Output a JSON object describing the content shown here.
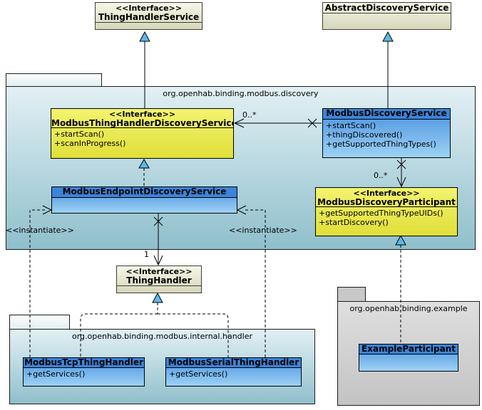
{
  "diagram": {
    "packages": {
      "discovery": {
        "title": "org.openhab.binding.modbus.discovery"
      },
      "internal_handler": {
        "title": "org.openhab.binding.modbus.internal.handler"
      },
      "example": {
        "title": "org.openhab.binding.example"
      }
    },
    "classes": {
      "thing_handler_service": {
        "stereotype": "<<Interface>>",
        "name": "ThingHandlerService"
      },
      "abstract_discovery_service": {
        "name": "AbstractDiscoveryService"
      },
      "modbus_thing_handler_discovery_service": {
        "stereotype": "<<Interface>>",
        "name": "ModbusThingHandlerDiscoveryService",
        "methods": [
          "+startScan()",
          "+scanInProgress()"
        ]
      },
      "modbus_discovery_service": {
        "name": "ModbusDiscoveryService",
        "methods": [
          "+startScan()",
          "+thingDiscovered()",
          "+getSupportedThingTypes()"
        ]
      },
      "modbus_endpoint_discovery_service": {
        "name": "ModbusEndpointDiscoveryService"
      },
      "modbus_discovery_participant": {
        "stereotype": "<<Interface>>",
        "name": "ModbusDiscoveryParticipant",
        "methods": [
          "+getSupportedThingTypeUIDs()",
          "+startDiscovery()"
        ]
      },
      "thing_handler": {
        "stereotype": "<<Interface>>",
        "name": "ThingHandler"
      },
      "modbus_tcp_thing_handler": {
        "name": "ModbusTcpThingHandler",
        "methods": [
          "+getServices()"
        ]
      },
      "modbus_serial_thing_handler": {
        "name": "ModbusSerialThingHandler",
        "methods": [
          "+getServices()"
        ]
      },
      "example_participant": {
        "name": "ExampleParticipant"
      }
    },
    "labels": {
      "multiplicity_discovery_to_handler_service": "0..*",
      "multiplicity_discovery_to_participant": "0..*",
      "multiplicity_endpoint_to_thing_handler": "1",
      "instantiate_left": "<<instantiate>>",
      "instantiate_right": "<<instantiate>>"
    },
    "colors": {
      "package_blue_top": "#e2f0f4",
      "package_blue_bottom": "#8fbfcc",
      "package_gray": "#c8c8c8",
      "interface_yellow": "#e9e94d",
      "class_blue_header": "#3b84d9",
      "class_blue_body_bottom": "#9cd2f4",
      "external_beige": "#e6e6cc",
      "generalization_triangle_fill": "#5cb8e8"
    }
  }
}
